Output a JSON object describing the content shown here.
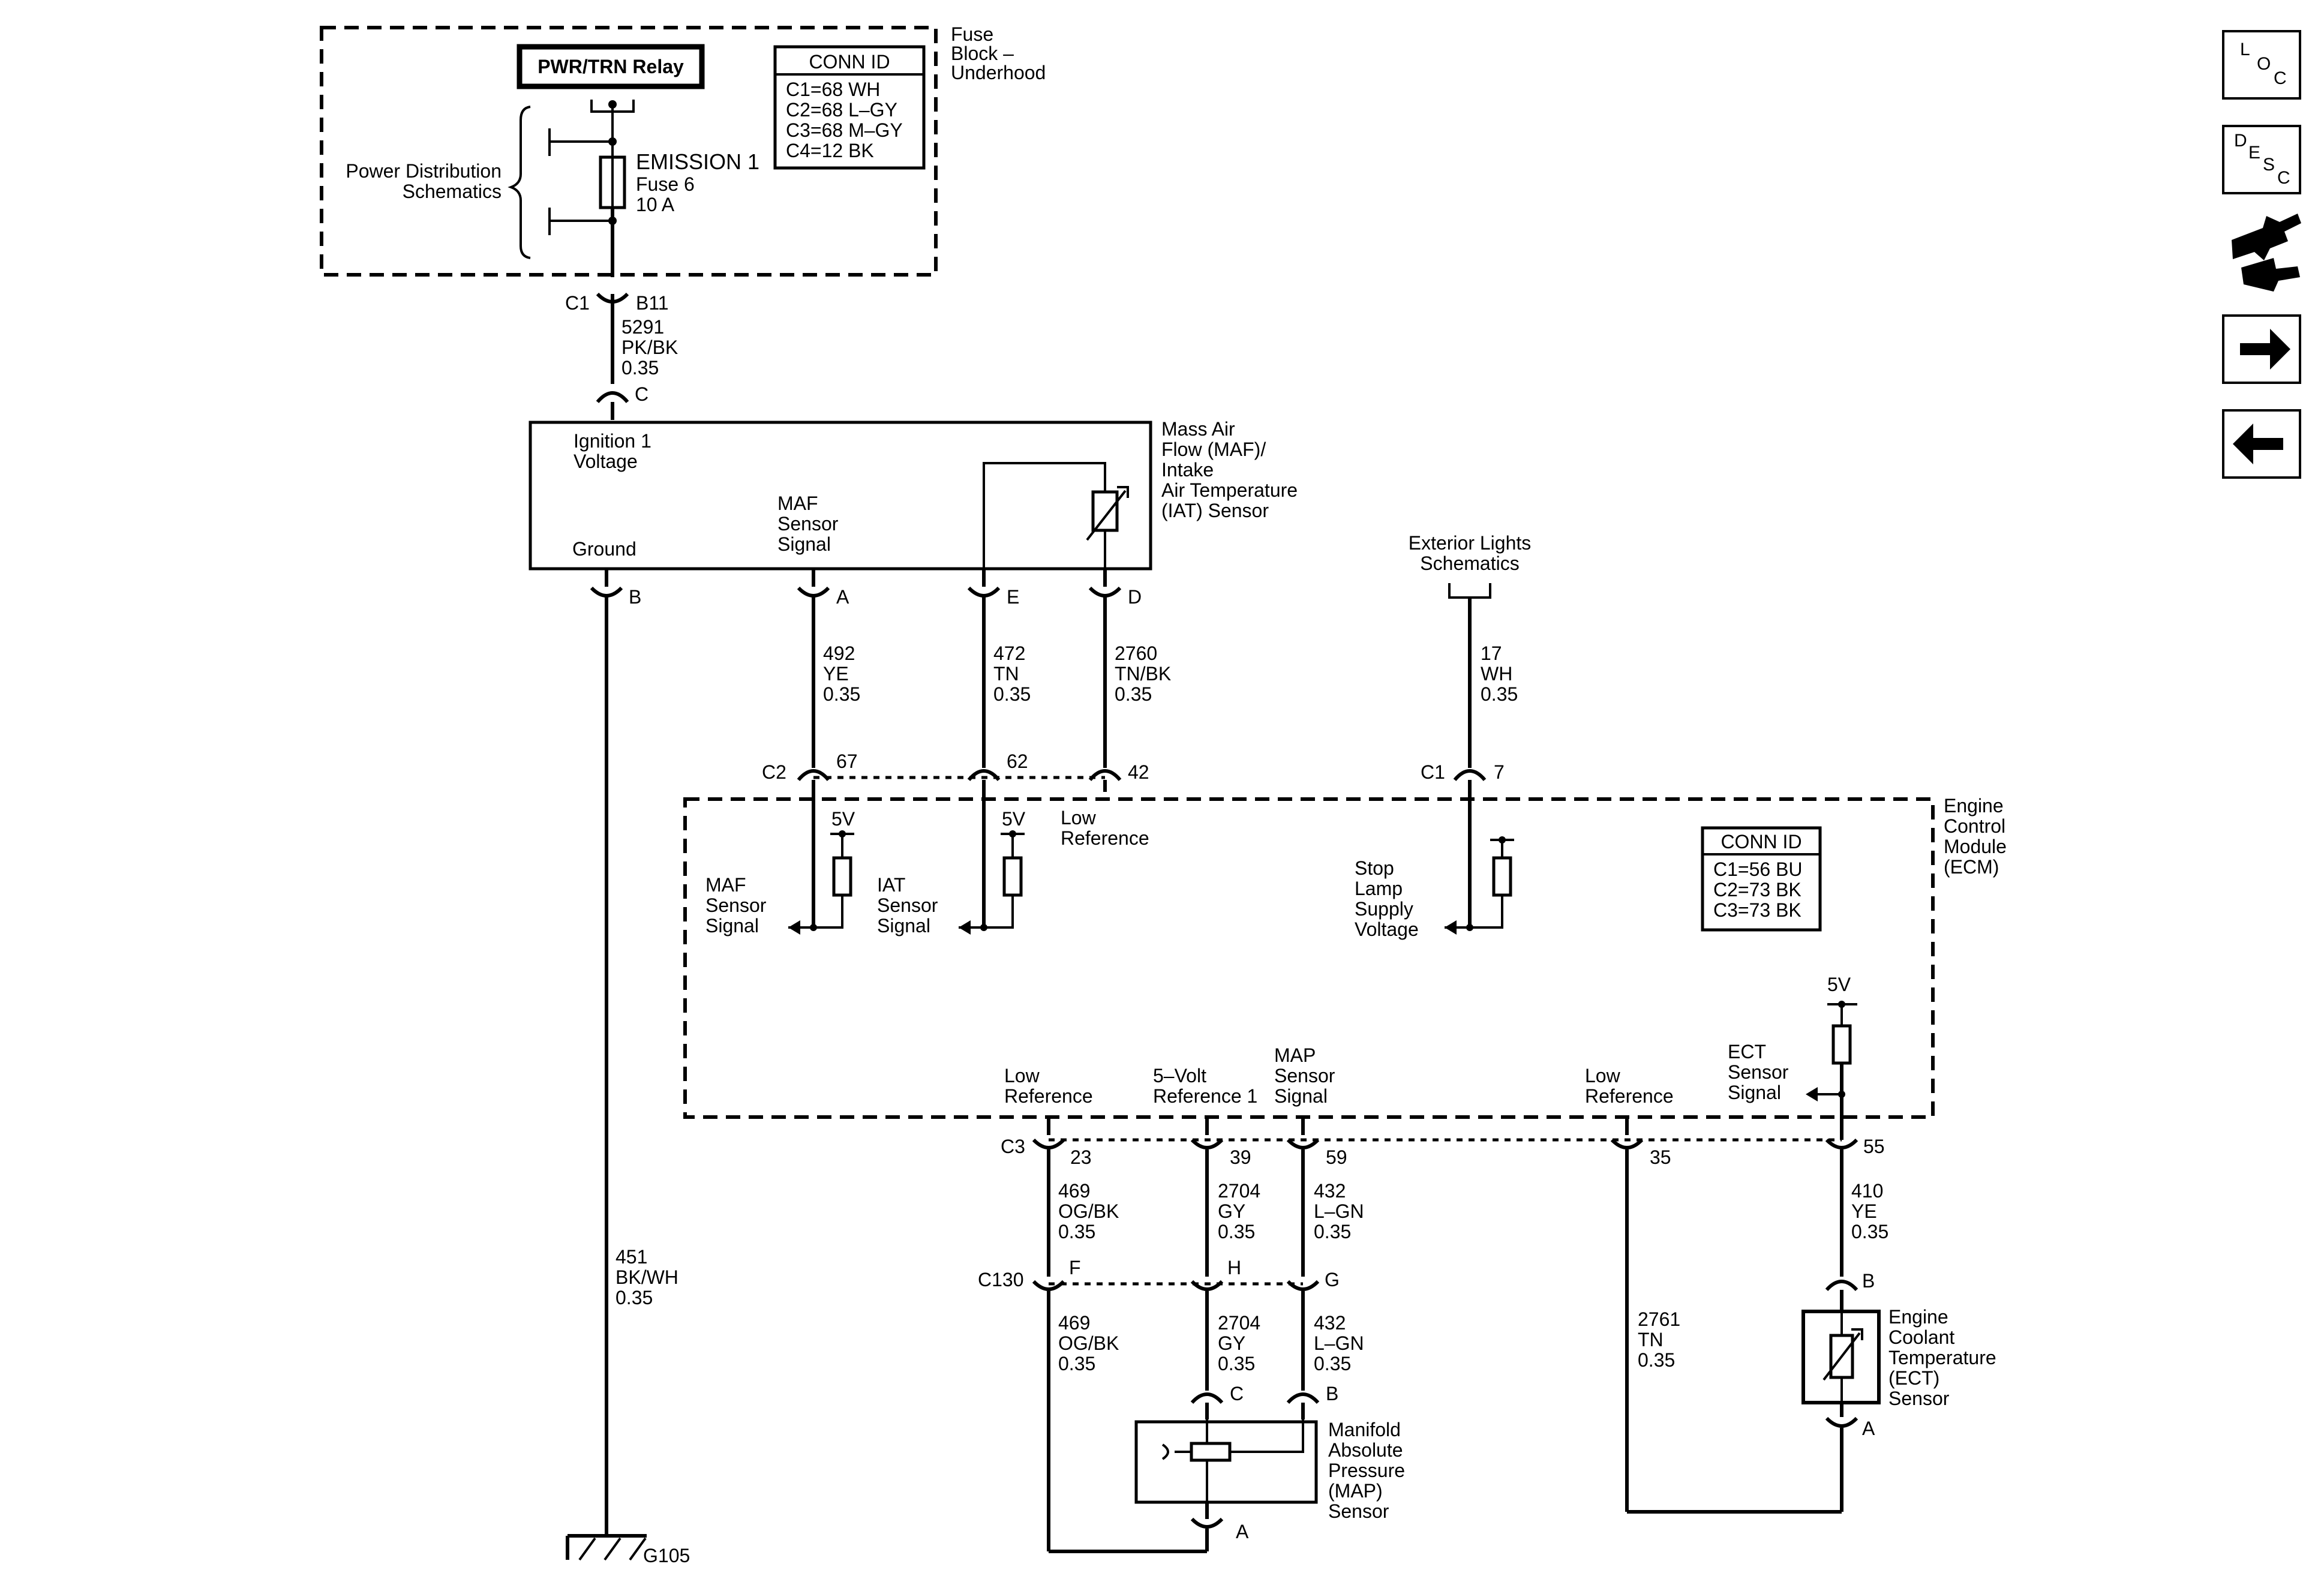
{
  "fuse_block": {
    "title_1": "Fuse",
    "title_2": "Block –",
    "title_3": "Underhood",
    "relay": "PWR/TRN Relay",
    "pds_1": "Power Distribution",
    "pds_2": "Schematics",
    "fuse_name": "EMISSION 1",
    "fuse_num": "Fuse 6",
    "fuse_amp": "10 A",
    "conn_id": {
      "title": "CONN ID",
      "c1": "C1=68 WH",
      "c2": "C2=68 L–GY",
      "c3": "C3=68 M–GY",
      "c4": "C4=12 BK"
    }
  },
  "conn_top": {
    "name": "C1",
    "pin": "B11"
  },
  "wire_5291": {
    "circuit": "5291",
    "color": "PK/BK",
    "gauge": "0.35"
  },
  "maf_sensor": {
    "pin_c": "C",
    "ign_1": "Ignition 1",
    "ign_2": "Voltage",
    "sig_1": "MAF",
    "sig_2": "Sensor",
    "sig_3": "Signal",
    "ground": "Ground",
    "title_1": "Mass Air",
    "title_2": "Flow (MAF)/",
    "title_3": "Intake",
    "title_4": "Air Temperature",
    "title_5": "(IAT) Sensor",
    "pin_b": "B",
    "pin_a": "A",
    "pin_e": "E",
    "pin_d": "D"
  },
  "wire_492": {
    "circuit": "492",
    "color": "YE",
    "gauge": "0.35"
  },
  "wire_472": {
    "circuit": "472",
    "color": "TN",
    "gauge": "0.35"
  },
  "wire_2760": {
    "circuit": "2760",
    "color": "TN/BK",
    "gauge": "0.35"
  },
  "wire_451": {
    "circuit": "451",
    "color": "BK/WH",
    "gauge": "0.35"
  },
  "wire_17": {
    "circuit": "17",
    "color": "WH",
    "gauge": "0.35"
  },
  "exterior": {
    "l1": "Exterior Lights",
    "l2": "Schematics"
  },
  "ecm": {
    "title_1": "Engine",
    "title_2": "Control",
    "title_3": "Module",
    "title_4": "(ECM)",
    "c2": "C2",
    "c2_67": "67",
    "c2_62": "62",
    "c2_42": "42",
    "c1": "C1",
    "c1_7": "7",
    "v5": "5V",
    "low_ref_1": "Low",
    "low_ref_2": "Reference",
    "maf_1": "MAF",
    "maf_2": "Sensor",
    "maf_3": "Signal",
    "iat_1": "IAT",
    "iat_2": "Sensor",
    "iat_3": "Signal",
    "stop_1": "Stop",
    "stop_2": "Lamp",
    "stop_3": "Supply",
    "stop_4": "Voltage",
    "ref5_1": "5–Volt",
    "ref5_2": "Reference 1",
    "map_1": "MAP",
    "map_2": "Sensor",
    "map_3": "Signal",
    "ect_1": "ECT",
    "ect_2": "Sensor",
    "ect_3": "Signal",
    "conn_id": {
      "title": "CONN ID",
      "c1": "C1=56 BU",
      "c2": "C2=73 BK",
      "c3": "C3=73 BK"
    },
    "c3": "C3",
    "c3_23": "23",
    "c3_39": "39",
    "c3_59": "59",
    "c3_35": "35",
    "c3_55": "55"
  },
  "wire_469": {
    "circuit": "469",
    "color": "OG/BK",
    "gauge": "0.35"
  },
  "wire_2704": {
    "circuit": "2704",
    "color": "GY",
    "gauge": "0.35"
  },
  "wire_432": {
    "circuit": "432",
    "color": "L–GN",
    "gauge": "0.35"
  },
  "wire_410": {
    "circuit": "410",
    "color": "YE",
    "gauge": "0.35"
  },
  "wire_2761": {
    "circuit": "2761",
    "color": "TN",
    "gauge": "0.35"
  },
  "c130": {
    "name": "C130",
    "f": "F",
    "h": "H",
    "g": "G"
  },
  "map_sensor": {
    "pin_c": "C",
    "pin_b": "B",
    "pin_a": "A",
    "t1": "Manifold",
    "t2": "Absolute",
    "t3": "Pressure",
    "t4": "(MAP)",
    "t5": "Sensor"
  },
  "ect_sensor": {
    "pin_b": "B",
    "pin_a": "A",
    "t1": "Engine",
    "t2": "Coolant",
    "t3": "Temperature",
    "t4": "(ECT)",
    "t5": "Sensor"
  },
  "ground": {
    "name": "G105"
  },
  "nav": {
    "loc": {
      "l1": "L",
      "l2": "O",
      "l3": "C"
    },
    "desc": {
      "l1": "D",
      "l2": "E",
      "l3": "S",
      "l4": "C"
    },
    "icons": [
      "loc-icon",
      "desc-icon",
      "connector-icon",
      "next-arrow-icon",
      "previous-arrow-icon"
    ]
  }
}
